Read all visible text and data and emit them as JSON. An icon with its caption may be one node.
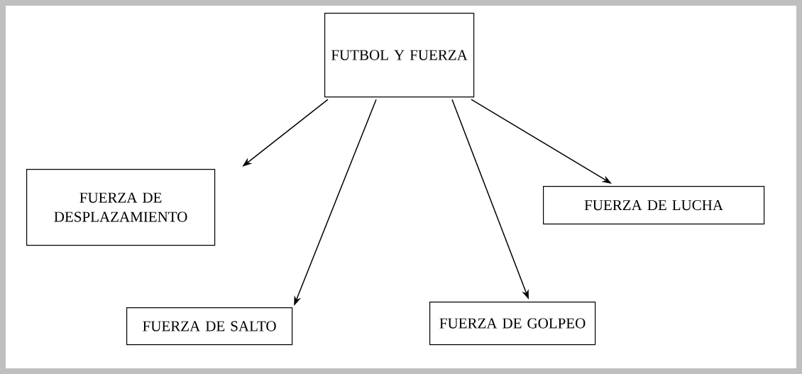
{
  "diagram": {
    "nodes": [
      {
        "text": [
          "FUTBOL Y FUERZA"
        ]
      },
      {
        "text": [
          "FUERZA DE DESPLAZAMIENTO"
        ]
      },
      {
        "text": [
          "FUERZA DE SALTO"
        ]
      },
      {
        "text": [
          "FUERZA DE GOLPEO"
        ]
      },
      {
        "text": [
          "FUERZA DE LUCHA"
        ]
      }
    ],
    "edges": [
      {
        "from": 0,
        "to": 1,
        "arrow": "to"
      },
      {
        "from": 0,
        "to": 2,
        "arrow": "to"
      },
      {
        "from": 0,
        "to": 3,
        "arrow": "to"
      },
      {
        "from": 0,
        "to": 4,
        "arrow": "to"
      }
    ]
  }
}
